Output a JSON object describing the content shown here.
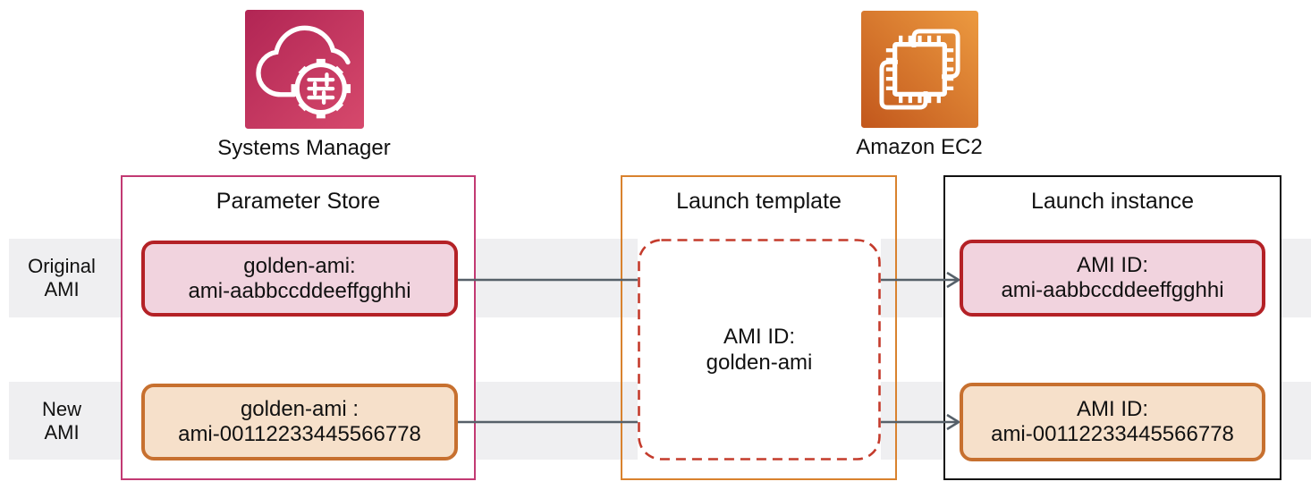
{
  "colors": {
    "band": "#efeff1",
    "arrow": "#566069",
    "magenta": "#c23a73",
    "orange_border": "#d9822e",
    "black_border": "#111111",
    "dark_red": "#b42126",
    "pink_fill": "#f1d3de",
    "orange_node_border": "#c7702f",
    "peach_fill": "#f6e0ca",
    "dashed_red": "#c43b2c",
    "ssm_gradient_start": "#b12554",
    "ssm_gradient_end": "#d6496c",
    "ec2_gradient_start": "#c2571c",
    "ec2_gradient_end": "#ec9a40"
  },
  "services": {
    "ssm": {
      "label": "Systems Manager"
    },
    "ec2": {
      "label": "Amazon EC2"
    }
  },
  "rows": {
    "original": {
      "label_line1": "Original",
      "label_line2": "AMI"
    },
    "new": {
      "label_line1": "New",
      "label_line2": "AMI"
    }
  },
  "panels": {
    "parameter_store": {
      "title": "Parameter Store",
      "original": {
        "line1": "golden-ami:",
        "line2": "ami-aabbccddeeffgghhi"
      },
      "new": {
        "line1": "golden-ami :",
        "line2": "ami-00112233445566778"
      }
    },
    "launch_template": {
      "title": "Launch template",
      "content": {
        "line1": "AMI ID:",
        "line2": "golden-ami"
      }
    },
    "launch_instance": {
      "title": "Launch instance",
      "original": {
        "line1": "AMI ID:",
        "line2": "ami-aabbccddeeffgghhi"
      },
      "new": {
        "line1": "AMI ID:",
        "line2": "ami-00112233445566778"
      }
    }
  }
}
